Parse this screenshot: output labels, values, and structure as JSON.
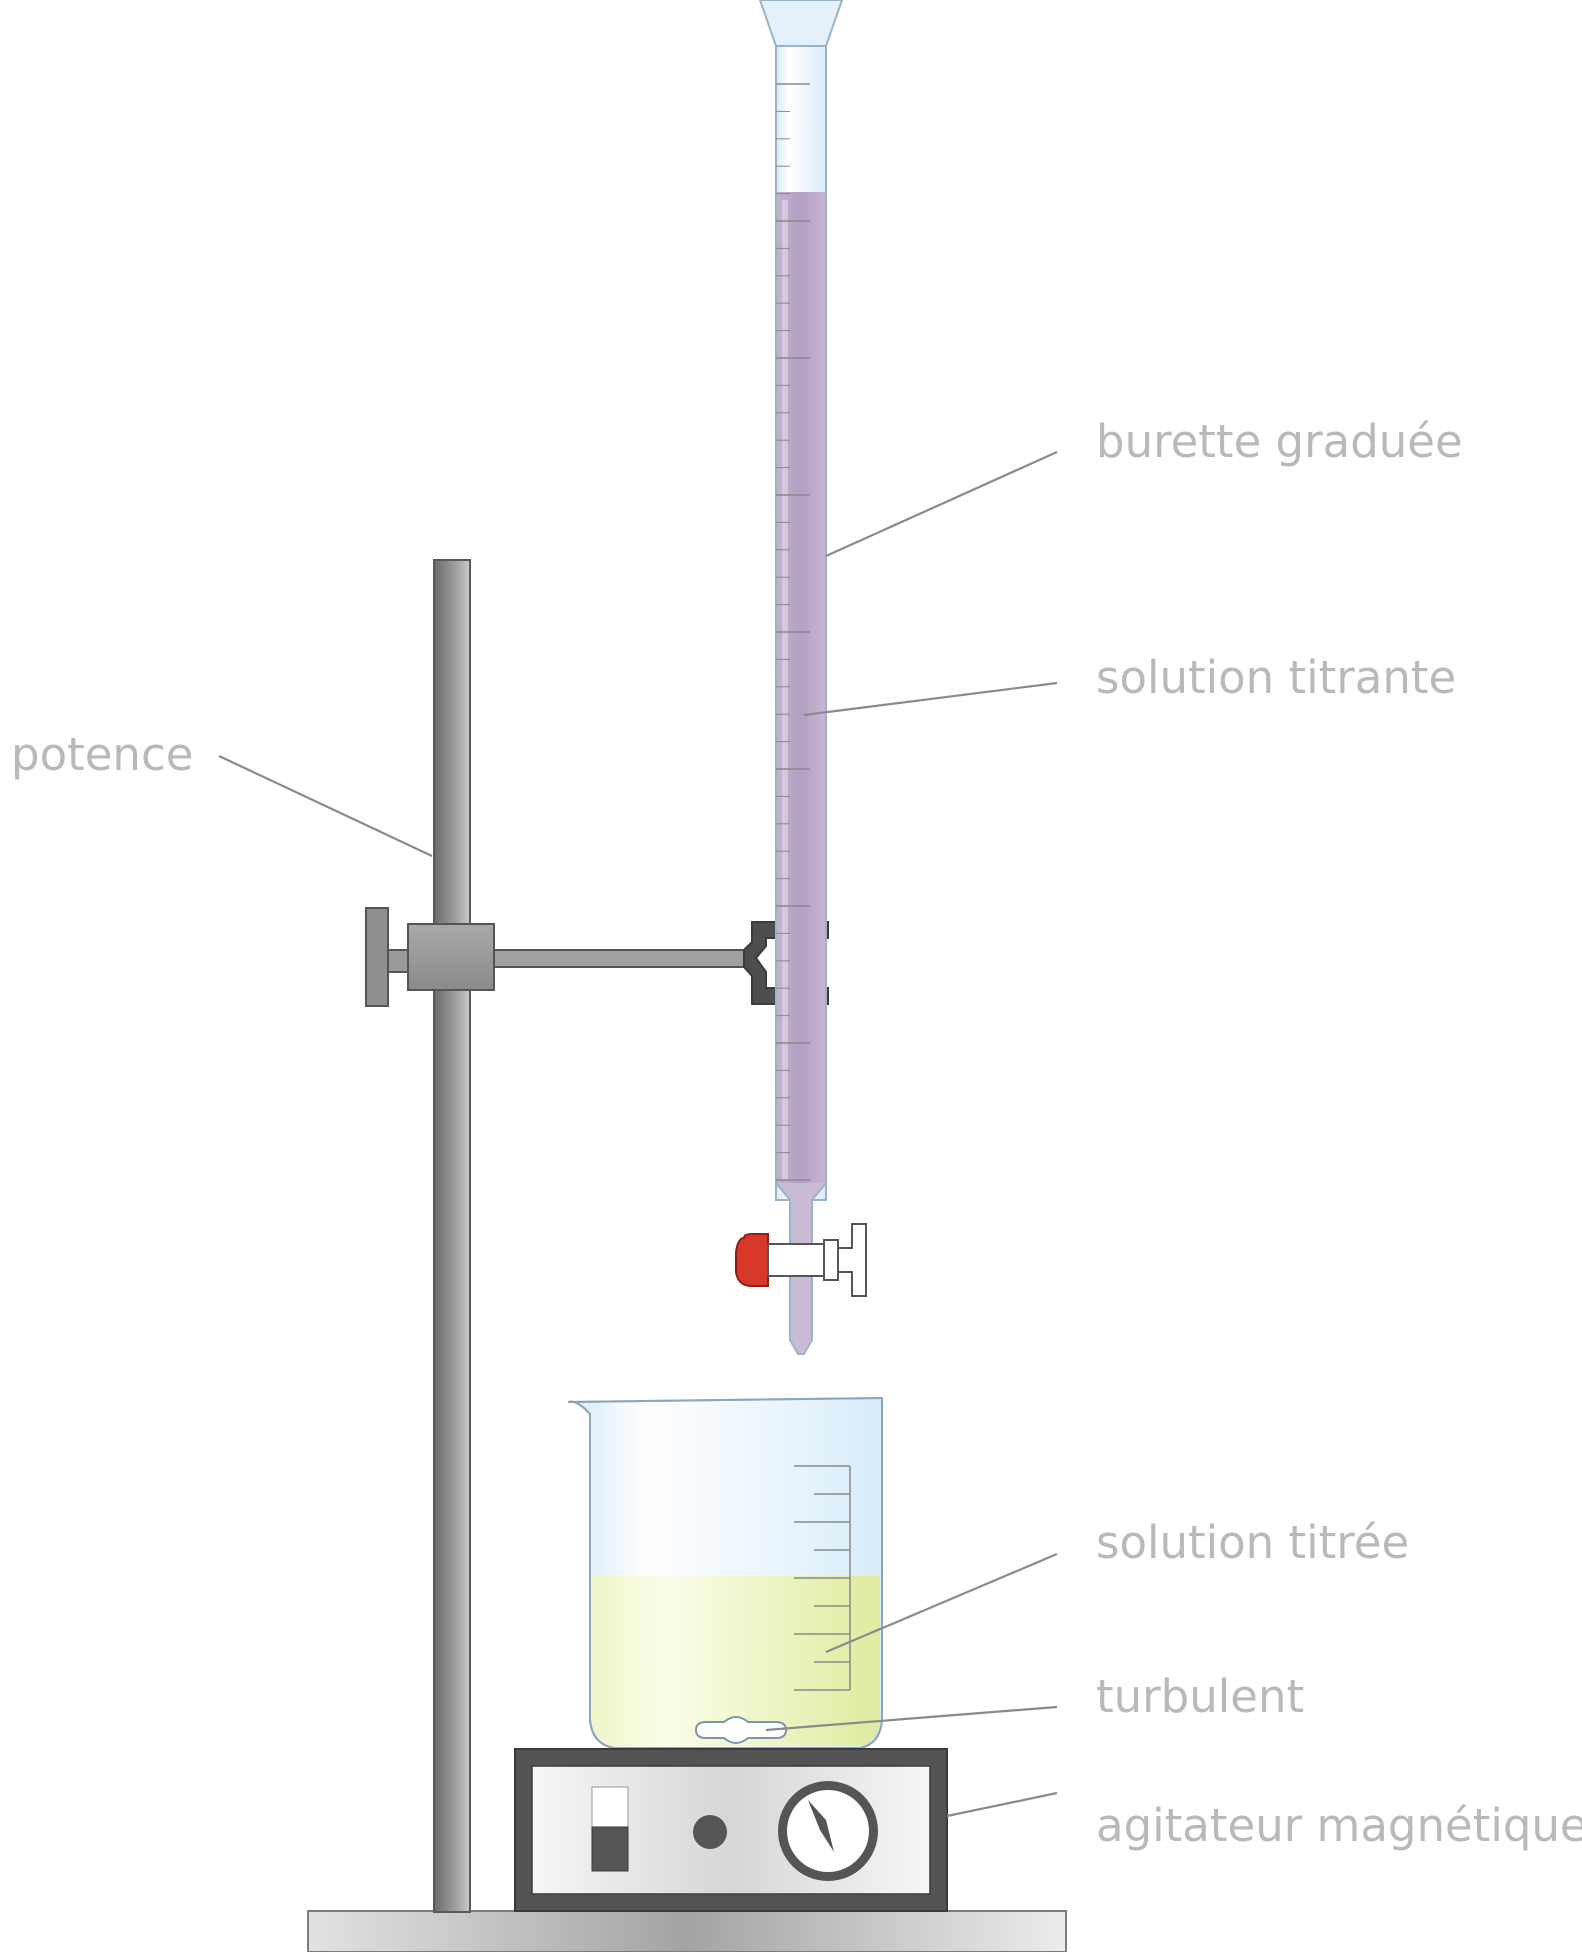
{
  "labels": {
    "burette": "burette graduée",
    "titrant": "solution titrante",
    "stand": "potence",
    "titrated": "solution titrée",
    "stir_bar": "turbulent",
    "stirrer": "agitateur magnétique"
  },
  "colors": {
    "label_text": "#b9b9b9",
    "leader_line": "#8a8a8a",
    "titrant_liquid": "#b7a5c7",
    "titrated_liquid": "#e3efaa",
    "glass": "#ddeefa",
    "stopcock": "#d8382a",
    "metal_dark": "#5a5a5a",
    "metal_light": "#c8c8c8"
  },
  "levels": {
    "titrant_fill_fraction": 0.9,
    "beaker_fill_fraction": 0.44
  }
}
